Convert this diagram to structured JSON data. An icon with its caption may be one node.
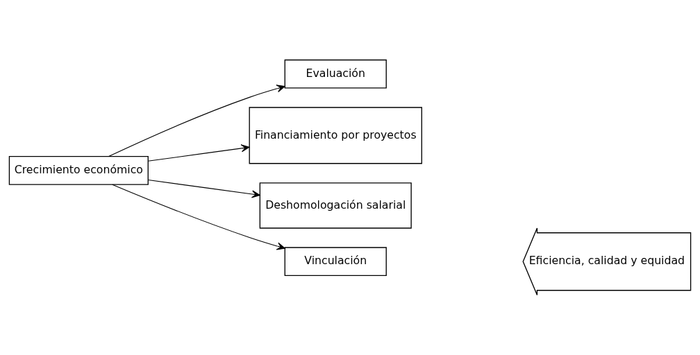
{
  "diagram": {
    "nodes": [
      {
        "text": [
          "Crecimiento económico"
        ]
      },
      {
        "text": [
          "Evaluación"
        ]
      },
      {
        "text": [
          "Financiamiento por proyectos"
        ]
      },
      {
        "text": [
          "Deshomologación salarial"
        ]
      },
      {
        "text": [
          "Vinculación"
        ]
      },
      {
        "text": [
          "Eficiencia, calidad y equidad"
        ]
      }
    ],
    "edges": [
      {
        "from": 0,
        "to": 1,
        "arrow": "to"
      },
      {
        "from": 0,
        "to": 2,
        "arrow": "to"
      },
      {
        "from": 0,
        "to": 3,
        "arrow": "to"
      },
      {
        "from": 0,
        "to": 4,
        "arrow": "to"
      }
    ]
  }
}
